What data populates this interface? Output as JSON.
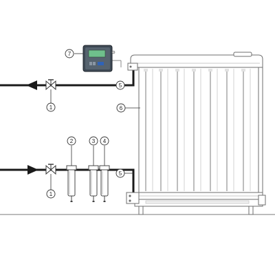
{
  "diagram": {
    "callouts": [
      {
        "id": "outlet-valve",
        "label": "1"
      },
      {
        "id": "inlet-valve",
        "label": "1"
      },
      {
        "id": "filter-1",
        "label": "2"
      },
      {
        "id": "filter-2",
        "label": "3"
      },
      {
        "id": "filter-3",
        "label": "4"
      },
      {
        "id": "outlet-connection",
        "label": "5"
      },
      {
        "id": "inlet-connection",
        "label": "5"
      },
      {
        "id": "dryer-vessel",
        "label": "6"
      },
      {
        "id": "controller",
        "label": "7"
      }
    ],
    "controller_display": {
      "line1": "",
      "line2": ""
    },
    "colors": {
      "pipe": "#1a1a1a",
      "line": "#333333",
      "ground": "#7a7a7a",
      "vessel_outline": "#6e6e6e",
      "controller_body": "#3f4a55",
      "controller_screen": "#6fc08c",
      "controller_button": "#2f63b8"
    },
    "icons": [
      "flow-arrow-left-icon",
      "flow-arrow-right-icon",
      "ball-valve-icon",
      "filter-housing-icon",
      "controller-icon"
    ]
  }
}
